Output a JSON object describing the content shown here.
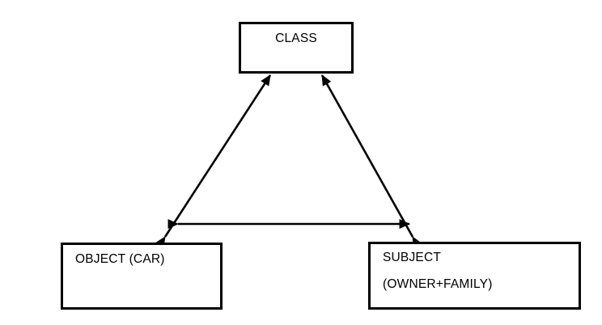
{
  "diagram": {
    "background_color": "#ffffff",
    "stroke_color": "#000000",
    "text_color": "#000000",
    "nodes": [
      {
        "id": "class",
        "label": "CLASS",
        "shape": "rectangle"
      },
      {
        "id": "object",
        "label": "OBJECT (CAR)",
        "shape": "rectangle"
      },
      {
        "id": "subject",
        "label_line1": "SUBJECT",
        "label_line2": "(OWNER+FAMILY)",
        "shape": "rectangle"
      }
    ],
    "edges": [
      {
        "id": "class-object",
        "from": "object",
        "to": "class",
        "style": "double-headed-arrow"
      },
      {
        "id": "class-subject",
        "from": "subject",
        "to": "class",
        "style": "double-headed-arrow"
      },
      {
        "id": "object-subject",
        "from": "object",
        "to": "subject",
        "style": "double-headed-arrow"
      }
    ]
  }
}
